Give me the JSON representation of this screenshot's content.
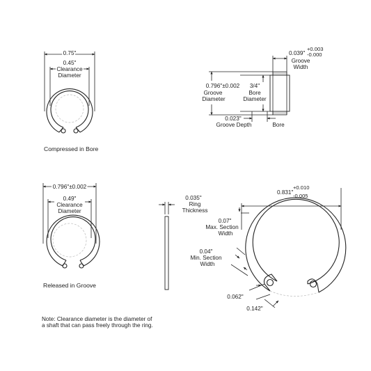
{
  "compressed": {
    "outer_dim": "0.75\"",
    "clearance_value": "0.45\"",
    "clearance_line1": "Clearance",
    "clearance_line2": "Diameter",
    "caption": "Compressed in Bore"
  },
  "bore": {
    "groove_width_value": "0.039\"",
    "groove_width_tol_plus": "+0.003",
    "groove_width_tol_minus": "-0.000",
    "groove_width_line1": "Groove",
    "groove_width_line2": "Width",
    "groove_diameter_value": "0.796\"±0.002",
    "groove_diameter_line1": "Groove",
    "groove_diameter_line2": "Diameter",
    "bore_diameter_value": "3/4\"",
    "bore_diameter_line1": "Bore",
    "bore_diameter_line2": "Diameter",
    "groove_depth_value": "0.023\"",
    "groove_depth_label": "Groove Depth",
    "caption": "Bore"
  },
  "released": {
    "outer_dim": "0.796\"±0.002",
    "clearance_value": "0.49\"",
    "clearance_line1": "Clearance",
    "clearance_line2": "Diameter",
    "caption": "Released in Groove"
  },
  "thickness": {
    "value": "0.035\"",
    "line1": "Ring",
    "line2": "Thickness"
  },
  "ring": {
    "outer_value": "0.831\"",
    "outer_tol_plus": "+0.010",
    "outer_tol_minus": "-0.005",
    "max_section_value": "0.07\"",
    "max_section_line1": "Max. Section",
    "max_section_line2": "Width",
    "min_section_value": "0.04\"",
    "min_section_line1": "Min. Section",
    "min_section_line2": "Width",
    "lug_hole_value": "0.062\"",
    "lug_span_value": "0.142\""
  },
  "note": {
    "line1": "Note: Clearance diameter is the diameter of",
    "line2": "a shaft that can pass freely through the ring."
  },
  "icons": [
    "dimension-arrow-icon",
    "lug-hole-icon"
  ]
}
